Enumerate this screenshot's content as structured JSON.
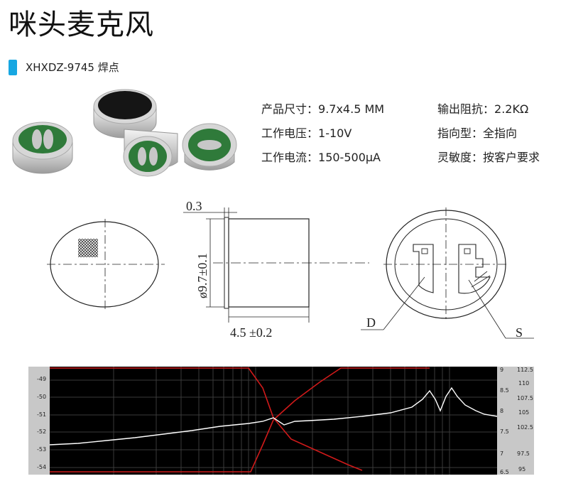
{
  "title": "咪头麦克风",
  "model": "XHXDZ-9745 焊点",
  "specs": [
    {
      "label": "产品尺寸：",
      "value": "9.7x4.5 MM"
    },
    {
      "label": "输出阻抗：",
      "value": "2.2KΩ"
    },
    {
      "label": "工作电压：",
      "value": "1-10V"
    },
    {
      "label": "指向型：",
      "value": "全指向"
    },
    {
      "label": "工作电流：",
      "value": "150-500μA"
    },
    {
      "label": "灵敏度：",
      "value": "按客户要求"
    }
  ],
  "drawing": {
    "top_dim": "0.3",
    "diameter_dim": "ø9.7±0.1",
    "length_dim": "4.5 ±0.2",
    "pin_d": "D",
    "pin_s": "S"
  },
  "graph": {
    "left_ticks": [
      "-49",
      "-50",
      "-51",
      "-52",
      "-53",
      "-54"
    ],
    "right_ticks_a": [
      "9",
      "8.5",
      "8",
      "7.5",
      "7",
      "6.5"
    ],
    "right_ticks_b": [
      "112.5",
      "110",
      "107.5",
      "105",
      "102.5",
      "97.5",
      "95"
    ],
    "colors": {
      "white_curve": "#ffffff",
      "red_curve": "#d01a1a",
      "grid": "#3a3a3a"
    }
  }
}
